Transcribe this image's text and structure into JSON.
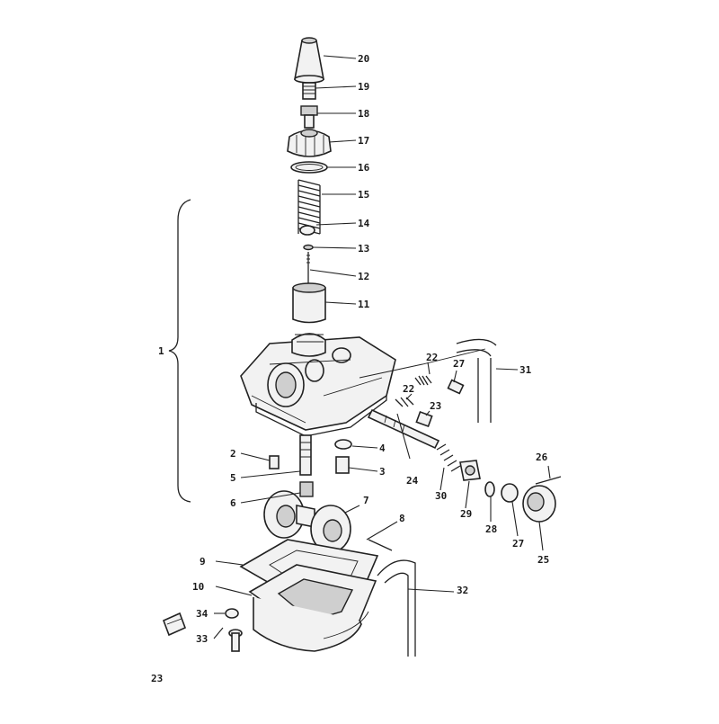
{
  "diagram": {
    "page_number": "23",
    "labels": {
      "p1": "1",
      "p2": "2",
      "p3": "3",
      "p4": "4",
      "p5": "5",
      "p6": "6",
      "p7": "7",
      "p8": "8",
      "p9": "9",
      "p10": "10",
      "p11": "11",
      "p12": "12",
      "p13": "13",
      "p14": "14",
      "p15": "15",
      "p16": "16",
      "p17": "17",
      "p18": "18",
      "p19": "19",
      "p20": "20",
      "p22a": "22",
      "p22b": "22",
      "p23": "23",
      "p24": "24",
      "p25": "25",
      "p26": "26",
      "p27a": "27",
      "p27b": "27",
      "p28": "28",
      "p29": "29",
      "p30": "30",
      "p31": "31",
      "p32": "32",
      "p33": "33",
      "p34": "34"
    }
  },
  "colors": {
    "ink": "#222222",
    "paper": "#ffffff"
  }
}
